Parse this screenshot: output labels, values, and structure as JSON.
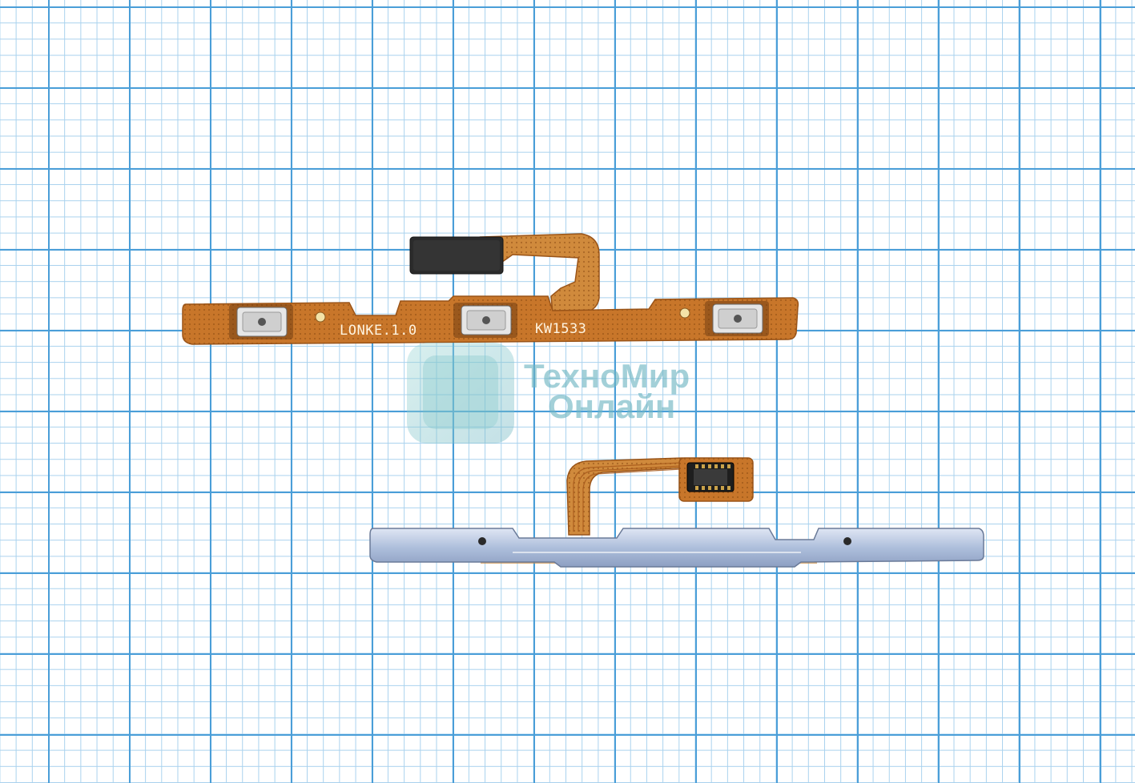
{
  "photo": {
    "subject": "side key flex cable",
    "background": "graph paper"
  },
  "upper_flex": {
    "labels": [
      "LONKE.1.0",
      "KW1533"
    ],
    "buttons": 3
  },
  "lower_flex": {
    "connector_pins": 6
  },
  "watermark": {
    "line1": "ТехноМир",
    "line2": "Онлайн"
  },
  "colors": {
    "flex_orange": "#c8762a",
    "flex_dark": "#9a5418",
    "grid_major": "#4a9ed8",
    "grid_minor": "#a9d2ee",
    "metal": "#aebfdc",
    "watermark": "#6fb6c2"
  }
}
